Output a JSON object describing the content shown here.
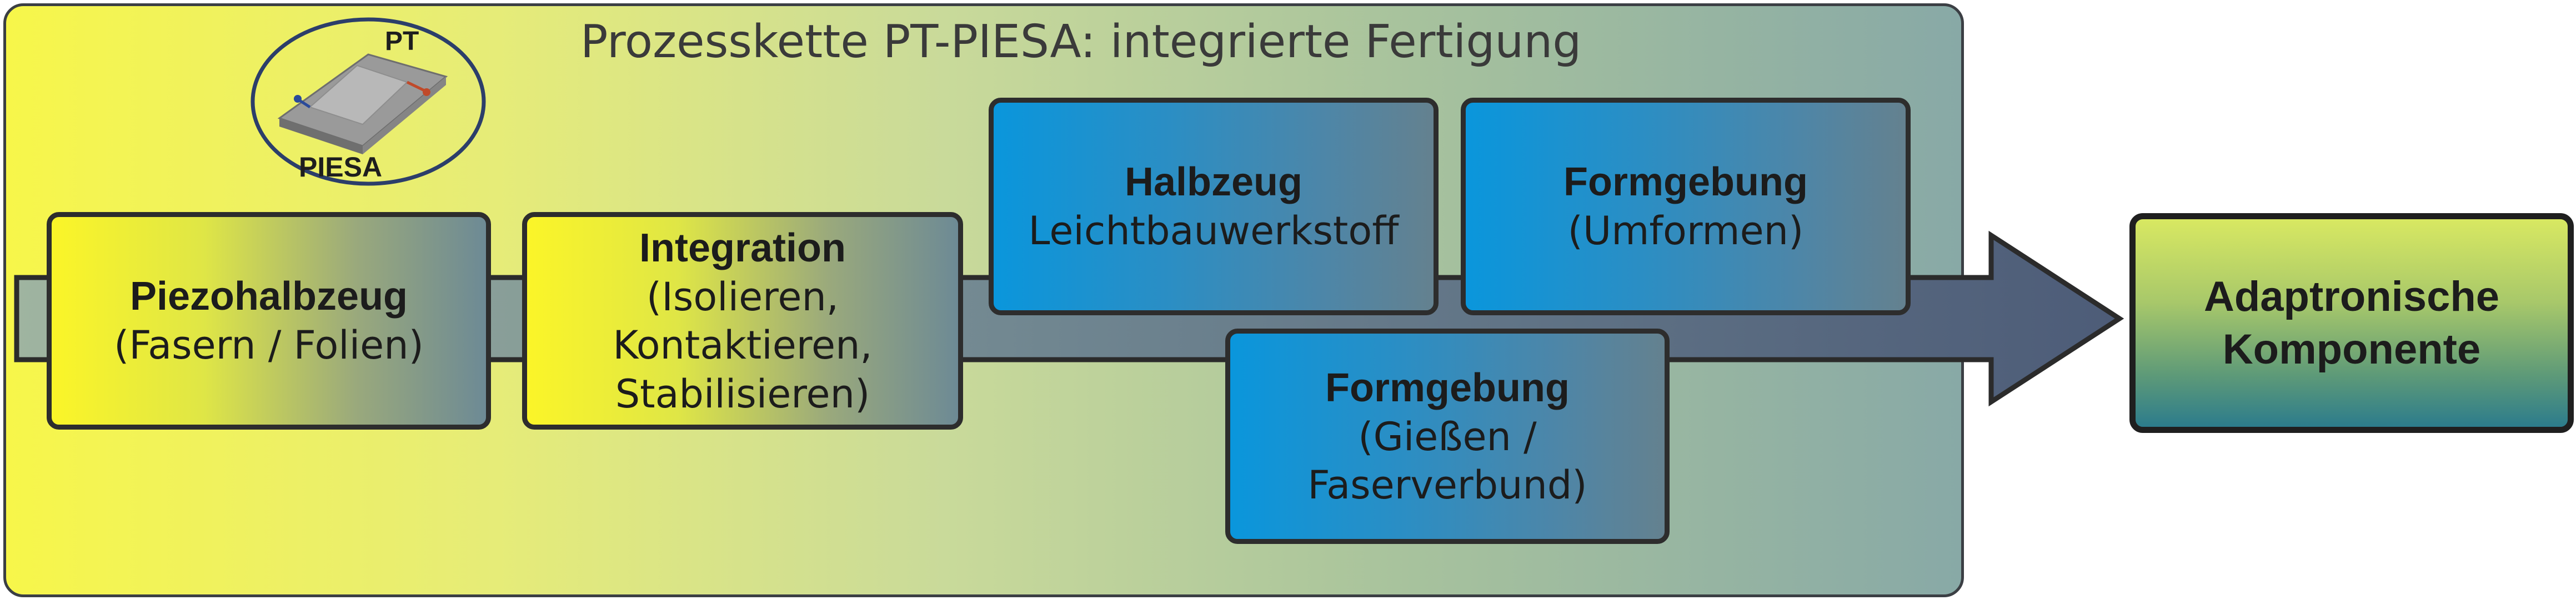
{
  "panel": {
    "title": "Prozesskette PT-PIESA: integrierte Fertigung"
  },
  "logo": {
    "top_text": "PT",
    "bottom_text": "PIESA"
  },
  "steps": {
    "piezo": {
      "title": "Piezohalbzeug",
      "line1": "(Fasern / Folien)"
    },
    "integration": {
      "title": "Integration",
      "line1": "(Isolieren,",
      "line2": "Kontaktieren,",
      "line3": "Stabilisieren)"
    },
    "halbzeug": {
      "title": "Halbzeug",
      "line1": "Leichtbauwerkstoff"
    },
    "umformen": {
      "title": "Formgebung",
      "line1": "(Umformen)"
    },
    "giessen": {
      "title": "Formgebung",
      "line1": "(Gießen /",
      "line2": "Faserverbund)"
    }
  },
  "result": {
    "line1": "Adaptronische",
    "line2": "Komponente"
  },
  "colors": {
    "yellow": "#fbf528",
    "blue": "#0a96dc",
    "arrow": "#55667a",
    "border": "#2d2d2d"
  }
}
